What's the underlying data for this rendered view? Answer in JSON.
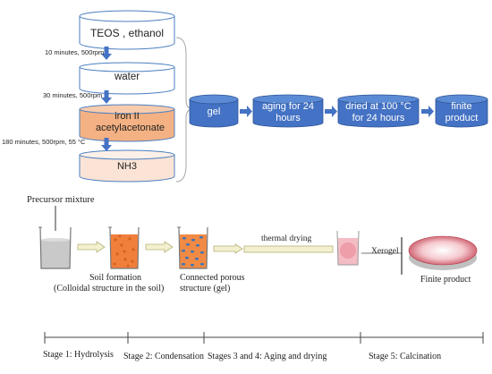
{
  "top_flow": {
    "reagents": [
      {
        "label": "TEOS , ethanol"
      },
      {
        "label": "water"
      },
      {
        "label": "iron II acetylacetonate"
      },
      {
        "label": "NH3"
      }
    ],
    "conditions": [
      "10 minutes, 500rpm",
      "30 minutes, 500rpm",
      "180 minutes, 500rpm, 55 °C"
    ],
    "process_steps": [
      "gel",
      "aging for 24 hours",
      "dried at 100 °C for 24 hours",
      "finite product"
    ]
  },
  "bottom_diagram": {
    "precursor_label": "Precursor mixture",
    "soil_formation": "Soil formation",
    "colloidal": "(Colloidal structure in the soil)",
    "porous_line1": "Connected porous",
    "porous_line2": "structure (gel)",
    "thermal_drying": "thermal drying",
    "xerogel": "Xerogel",
    "finite_product": "Finite product"
  },
  "stages": [
    "Stage 1: Hydrolysis",
    "Stage 2: Condensation",
    "Stages 3 and 4: Aging and drying",
    "Stage 5: Calcination"
  ],
  "colors": {
    "process_blue": "#4472c4",
    "cylinder_outline": "#4a7fc0",
    "orange_fill": "#f4b183",
    "peach_fill": "#fbe3d6",
    "arrow_fill": "#f2f0cf",
    "arrow_stroke": "#b7b27a"
  }
}
